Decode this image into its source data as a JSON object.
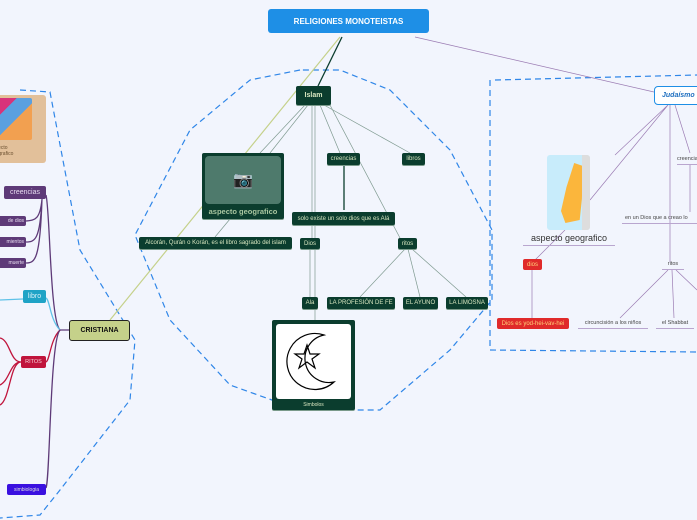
{
  "title": "RELIGIONES MONOTEISTAS",
  "islam": {
    "label": "Islam",
    "geo": "aspecto geografico",
    "creencias": "creencias",
    "libros": "libros",
    "solo": "solo existe un solo dios que es Alá",
    "alcoran": "Alcorán, Qurán o Korán, es el libro sagrado del islam",
    "dios": "Dios",
    "ritos": "ritos",
    "ala": "Ala",
    "fe": "LA PROFESIÓN DE FE",
    "ayuno": "EL AYUNO",
    "limosna": "LA LIMOSNA",
    "simbolos": "Simbolos"
  },
  "judaismo": {
    "label": "Judaísmo",
    "creencias": "creencias",
    "creencia1": "en un Dios que a creao lo",
    "geo": "aspecto geografico",
    "dios": "dios",
    "dios_nombre": "Dios es yod-hei-vav-hei",
    "ritos": "ritos",
    "rito1": "circuncisión a los niños",
    "rito2": "el Shabbat"
  },
  "cristiana": {
    "label": "CRISTIANA",
    "geo": "aspecto geografico",
    "creencias": "creencias",
    "c1": "de dios",
    "c2": "mientos",
    "c3": "muerte",
    "libro": "libro",
    "ritos": "RITOS",
    "simbologia": "simbiologia"
  },
  "colors": {
    "title": "#1e8fe6",
    "islam": "#0b3d2e",
    "cristiana": "#c5d18a",
    "judaismo_border": "#1e8fe6",
    "boundary": "#2f86e8"
  }
}
